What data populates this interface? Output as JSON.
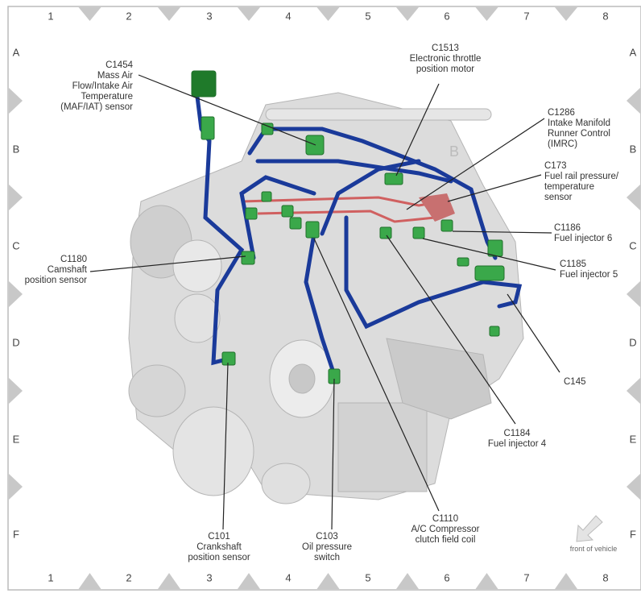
{
  "grid": {
    "columns": [
      "1",
      "2",
      "3",
      "4",
      "5",
      "6",
      "7",
      "8"
    ],
    "rows": [
      "A",
      "B",
      "C",
      "D",
      "E",
      "F"
    ]
  },
  "callouts": [
    {
      "id": "C1454",
      "text": [
        "C1454",
        "Mass Air",
        "Flow/Intake Air",
        "Temperature",
        "(MAF/IAT) sensor"
      ]
    },
    {
      "id": "C1513",
      "text": [
        "C1513",
        "Electronic throttle",
        "position motor"
      ]
    },
    {
      "id": "C1286",
      "text": [
        "C1286",
        "Intake Manifold",
        "Runner Control",
        "(IMRC)"
      ]
    },
    {
      "id": "C173",
      "text": [
        "C173",
        "Fuel rail pressure/",
        "temperature",
        "sensor"
      ]
    },
    {
      "id": "C1186",
      "text": [
        "C1186",
        "Fuel injector 6"
      ]
    },
    {
      "id": "C1185",
      "text": [
        "C1185",
        "Fuel injector 5"
      ]
    },
    {
      "id": "C145",
      "text": [
        "C145"
      ]
    },
    {
      "id": "C1184",
      "text": [
        "C1184",
        "Fuel injector 4"
      ]
    },
    {
      "id": "C1110",
      "text": [
        "C1110",
        "A/C Compressor",
        "clutch field coil"
      ]
    },
    {
      "id": "C103",
      "text": [
        "C103",
        "Oil pressure",
        "switch"
      ]
    },
    {
      "id": "C101",
      "text": [
        "C101",
        "Crankshaft",
        "position sensor"
      ]
    },
    {
      "id": "C1180",
      "text": [
        "C1180",
        "Camshaft",
        "position sensor"
      ]
    }
  ],
  "orientation": {
    "label": "front of vehicle",
    "icon": "arrow-down-left-icon"
  },
  "diagram_label_B": "B",
  "colors": {
    "harness": "#1a3a9a",
    "connector": "#3aa84a",
    "fuel_rail": "#d06060",
    "engine": "#d8d8d8",
    "frame_marker": "#c8c8c8"
  }
}
